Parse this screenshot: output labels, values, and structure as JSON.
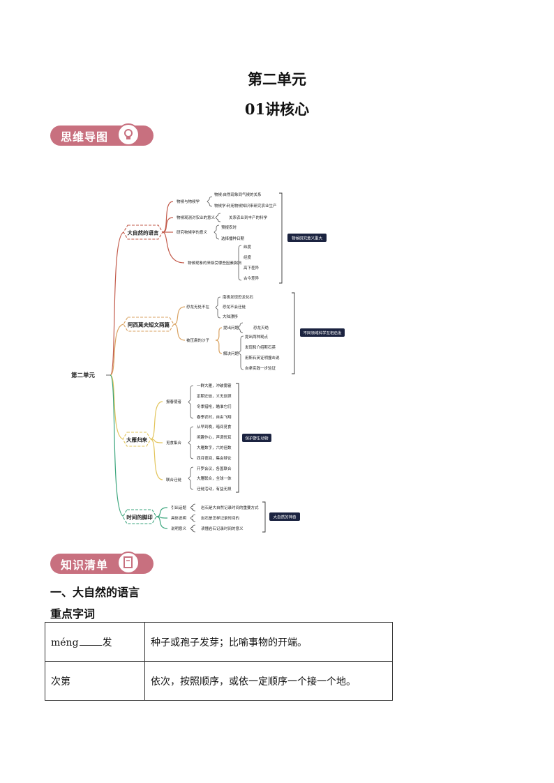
{
  "header": {
    "unit_title": "第二单元",
    "lesson_title": "01讲核心"
  },
  "banners": {
    "mindmap": "思维导图",
    "knowledge": "知识清单"
  },
  "mindmap": {
    "root": "第二单元",
    "b1": {
      "title": "大自然的语言",
      "conclusion": "物候研究意义重大",
      "sub": [
        "物候与物候学",
        "物候观测对农业的意义",
        "研究物候学的意义",
        "物候现象的来临受哪些因素影响"
      ],
      "items": [
        "物候:自然现象同气候的关系",
        "物候学:利用物候知识来研究农业生产",
        "关系农业到丰产的科学",
        "预报农时",
        "选择播种日期",
        "纬度",
        "经度",
        "高下差异",
        "古今差异"
      ]
    },
    "b2": {
      "title": "阿西莫夫短文两篇",
      "conclusion": "不同领域科学互相启发",
      "sub": [
        "恐龙无处不在",
        "被压扁的沙子",
        "提出问题",
        "解决问题"
      ],
      "items": [
        "南极发现恐龙化石",
        "恐龙不会迁徙",
        "大陆漂移",
        "恐龙灭绝",
        "提出两种观点",
        "发现和介绍斯石英",
        "用斯石英证明撞击说",
        "自拿实践一步验证"
      ]
    },
    "b3": {
      "title": "大雁归来",
      "conclusion": "保护野生动物",
      "sub": [
        "报春使者",
        "觅食集合",
        "联合迁徙"
      ],
      "items": [
        "一群大雁，冲破雾霾",
        "定期迁徙，义无反顾",
        "冬季猎枪，瞄准它们",
        "春季农村，自由飞翔",
        "从早到晚，暗间觅食",
        "闲趣作心，声调悦耳",
        "大雁数字，六的倍数",
        "四月夜间，集会辩论",
        "开罗会议，各国联合",
        "大雁联合，全球一体",
        "迁徙活动，有益无损"
      ]
    },
    "b4": {
      "title": "时间的脚印",
      "conclusion": "大自然的神奇",
      "sub": [
        "引出话题",
        "具体说明",
        "说明意义"
      ],
      "items": [
        "岩石是大自然记录时间的重要方式",
        "岩石是怎样记录时间的",
        "读懂岩石记录时间的意义"
      ]
    }
  },
  "section": {
    "heading": "一、大自然的语言",
    "subheading": "重点字词"
  },
  "words": [
    {
      "pre": "méng",
      "post": "发",
      "definition": "种子或孢子发芽；比喻事物的开端。"
    },
    {
      "term": "次第",
      "definition": "依次，按照顺序，或依一定顺序一个接一个地。"
    }
  ],
  "colors": {
    "banner": "#c8707f",
    "b1": "#c25a4a",
    "b2": "#d9a261",
    "b3": "#e2c45a",
    "b4": "#3aa57c",
    "label_bg": "#1b2340"
  }
}
